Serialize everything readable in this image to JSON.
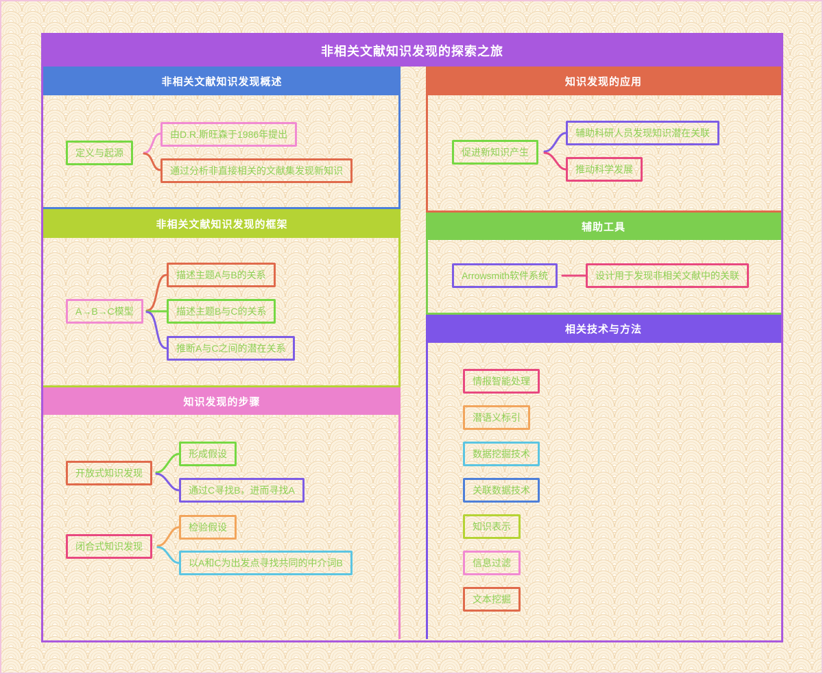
{
  "title": "非相关文献知识发现的探索之旅",
  "colors": {
    "canvas_purple": "#a958de",
    "header_blue": "#4d7fd9",
    "header_yellow_green": "#b5d334",
    "header_pink": "#ec82ce",
    "header_orange_red": "#e06a4b",
    "header_green": "#7ccf4f",
    "header_violet": "#7d55e8",
    "node_text_green": "#8ed055",
    "node_pink": "#f18ad2",
    "node_orange_red": "#e06a4b",
    "node_green": "#76d843",
    "node_violet": "#7d5ce5",
    "node_rose": "#e8487f",
    "node_orange": "#f2a55c",
    "node_sky": "#5bc5e2",
    "node_blue": "#4d7fd9",
    "node_yellow_green": "#b5d334",
    "background_cream": "#fdf4e3"
  },
  "sections": {
    "overview": {
      "header": "非相关文献知识发现概述",
      "parent": "定义与起源",
      "children": [
        "由D.R.斯旺森于1986年提出",
        "通过分析非直接相关的文献集发现新知识"
      ]
    },
    "framework": {
      "header": "非相关文献知识发现的框架",
      "parent": "A→B→C模型",
      "children": [
        "描述主题A与B的关系",
        "描述主题B与C的关系",
        "推断A与C之间的潜在关系"
      ]
    },
    "steps": {
      "header": "知识发现的步骤",
      "groups": [
        {
          "parent": "开放式知识发现",
          "children": [
            "形成假设",
            "通过C寻找B，进而寻找A"
          ]
        },
        {
          "parent": "闭合式知识发现",
          "children": [
            "检验假设",
            "以A和C为出发点寻找共同的中介词B"
          ]
        }
      ]
    },
    "applications": {
      "header": "知识发现的应用",
      "parent": "促进新知识产生",
      "children": [
        "辅助科研人员发现知识潜在关联",
        "推动科学发展"
      ]
    },
    "tools": {
      "header": "辅助工具",
      "parent": "Arrowsmith软件系统",
      "children": [
        "设计用于发现非相关文献中的关联"
      ]
    },
    "techniques": {
      "header": "相关技术与方法",
      "items": [
        "情报智能处理",
        "潜语义标引",
        "数据挖掘技术",
        "关联数据技术",
        "知识表示",
        "信息过滤",
        "文本挖掘"
      ]
    }
  }
}
